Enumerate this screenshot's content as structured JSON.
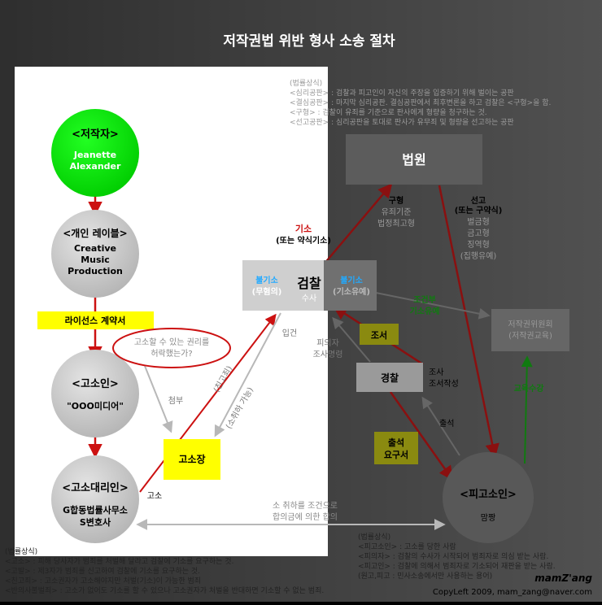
{
  "title": "저작권법 위반 형사 소송 절차",
  "nodes": {
    "author": {
      "label": "<저작자>",
      "lines": [
        "Jeanette",
        "Alexander"
      ]
    },
    "label_co": {
      "label": "<개인 레이블>",
      "lines": [
        "Creative",
        "Music",
        "Production"
      ]
    },
    "complainant": {
      "label": "<고소인>",
      "lines": [
        "\"OOO미디어\""
      ]
    },
    "agent": {
      "label": "<고소대리인>",
      "lines": [
        "G합동법률사무소",
        "S변호사"
      ]
    },
    "court": {
      "label": "법원"
    },
    "prosecution": {
      "label": "검찰",
      "sub": "수사"
    },
    "police": {
      "label": "경찰"
    },
    "defendant": {
      "label": "<피고소인>",
      "sub": "맘짱"
    },
    "committee": {
      "lines": [
        "저작권위원회",
        "(저작권교육)"
      ]
    },
    "complaint_doc": {
      "label": "고소장"
    }
  },
  "badges": {
    "license": "라이선스 계약서",
    "investigate": "조서",
    "summon": [
      "출석",
      "요구서"
    ]
  },
  "prosecution_side": {
    "no_indict_left": [
      "불기소",
      "(무혐의)"
    ],
    "no_indict_right": [
      "불기소",
      "(기소유예)"
    ]
  },
  "question": [
    "고소할 수 있는 권리를",
    "허락했는가?"
  ],
  "edge_labels": {
    "indict": [
      "기소",
      "(또는 약식기소)"
    ],
    "sentence_left": [
      "구형",
      "유죄기준",
      "법정최고형"
    ],
    "sentence_right": [
      "선고",
      "(또는 구약식)",
      "벌금형",
      "금고형",
      "징역형",
      "(집행유예)"
    ],
    "conditional": [
      "조건부",
      "기소유예"
    ],
    "education": "교육수강",
    "suspect_command": [
      "피의자",
      "조사명령"
    ],
    "investigation": [
      "조사",
      "조서작성"
    ],
    "attend": "출석",
    "submit": "입건",
    "attach": "첨부",
    "complain": "고소",
    "direct": "(친고죄)",
    "withdraw": "(소취하 가능)",
    "settle": [
      "소 취하를 조건으로",
      "합의금에 의한 합의"
    ]
  },
  "top_legend": [
    "(법률상식)",
    "<심리공판> : 검찰과 피고인이 자신의 주장을 입증하기 위해 벌이는 공판",
    "<결심공판> : 마지막 심리공판. 결심공판에서 최후변론을 하고 검찰은 <구형>을 함.",
    "<구형> : 검찰이 유죄를 기준으로 판사에게 형량을 청구하는 것.",
    "<선고공판> : 심리공판을 토대로 판사가 유무죄 및 형량을 선고하는 공판"
  ],
  "bottom_left_legend": [
    "(법률상식)",
    "<고소> : 피해 당사자가 범죄를 처벌해 달라고 검찰에 기소를 요구하는 것.",
    "<고발> : 제3자가 범죄를 신고하여 검찰에 기소를 요구하는 것.",
    "<친고죄> : 고소권자가 고소해야지만 처벌(기소)이 가능한 범죄",
    "<반의사불벌죄> : 고소가 없어도 기소를 할 수 있으나 고소권자가 처벌을 반대하면 기소할 수 없는 범죄."
  ],
  "bottom_right_legend": [
    "(법률상식)",
    "<피고소인> : 고소를 당한 사람",
    "<피의자> : 검찰의 수사가 시작되어 범죄자로 의심 받는 사람.",
    "<피고인> : 검찰에 의해서 범죄자로 기소되어 재판을 받는 사람.",
    "(원고,피고 : 민사소송에서만 사용하는 용어)"
  ],
  "signature": "mamZ'ang",
  "copyright": "CopyLeft 2009, mam_zang@naver.com",
  "colors": {
    "green": "#00e600",
    "red": "#cc1111",
    "yellow": "#ffff00",
    "olive": "#8a8a10",
    "blue": "#22aaff",
    "darkgreen": "#107a10"
  }
}
